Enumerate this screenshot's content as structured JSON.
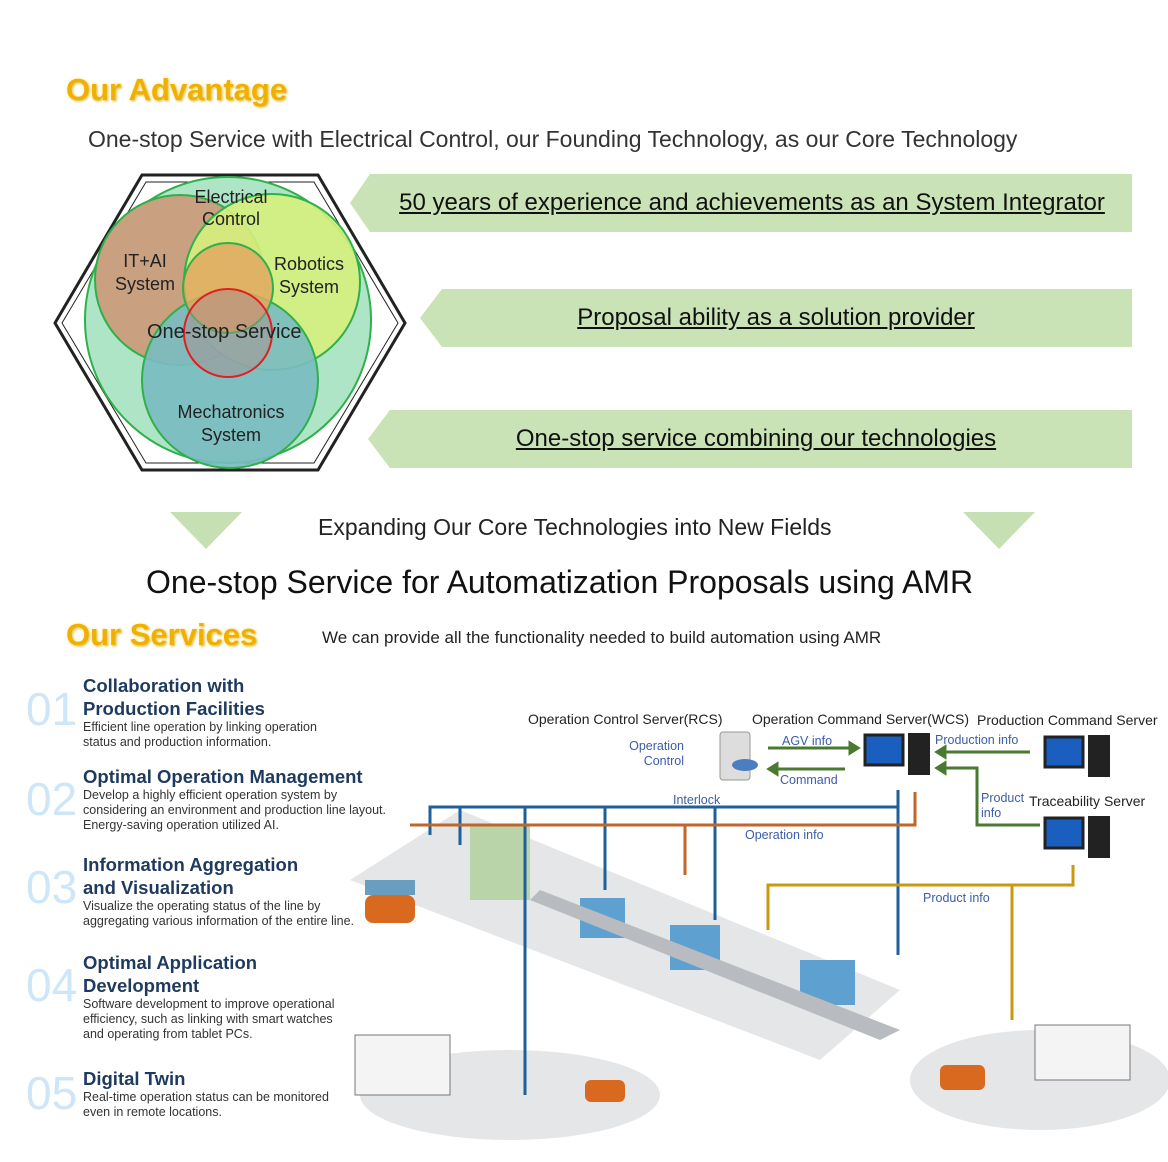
{
  "header": {
    "title": "Our Advantage",
    "subtitle": "One-stop Service with Electrical Control, our Founding Technology, as our Core Technology"
  },
  "venn": {
    "electrical": "Electrical Control",
    "it_ai": "IT+AI System",
    "robotics": "Robotics System",
    "center": "One-stop Service",
    "mechatronics": "Mechatronics System"
  },
  "banners": [
    "50 years of experience and achievements as an System Integrator",
    "Proposal ability as a solution provider",
    "One-stop service combining our technologies"
  ],
  "expanding": "Expanding Our Core Technologies into New Fields",
  "amr_title": "One-stop Service for Automatization Proposals using AMR",
  "services": {
    "title": "Our Services",
    "tagline": "We can provide all the functionality needed to build automation using AMR",
    "items": [
      {
        "num": "01",
        "title": "Collaboration with Production Facilities",
        "desc": "Efficient line operation by linking operation status and production information."
      },
      {
        "num": "02",
        "title": "Optimal Operation Management",
        "desc": "Develop a highly efficient operation system by considering an environment and production line layout. Energy-saving operation utilized AI."
      },
      {
        "num": "03",
        "title": "Information Aggregation and Visualization",
        "desc": "Visualize the operating status of the line by aggregating various information of the entire line."
      },
      {
        "num": "04",
        "title": "Optimal Application Development",
        "desc": "Software development to improve operational efficiency, such as linking with smart watches and operating from tablet PCs."
      },
      {
        "num": "05",
        "title": "Digital Twin",
        "desc": "Real-time operation status can be monitored even in remote locations."
      }
    ]
  },
  "diagram": {
    "rcs": "Operation Control Server(RCS)",
    "wcs": "Operation Command Server(WCS)",
    "pcs": "Production Command Server",
    "trace": "Traceability Server",
    "op_control": "Operation Control",
    "agv_info": "AGV info",
    "command": "Command",
    "production_info": "Production info",
    "product_info_side": "Product info",
    "interlock": "Interlock",
    "operation_info": "Operation info",
    "product_info": "Product info"
  },
  "colors": {
    "title": "#f0b000",
    "banner": "#c9e2b6",
    "interlock": "#1f5f9a",
    "operation": "#c0662a",
    "product": "#c99a10",
    "green_arrow": "#4a7a30"
  }
}
